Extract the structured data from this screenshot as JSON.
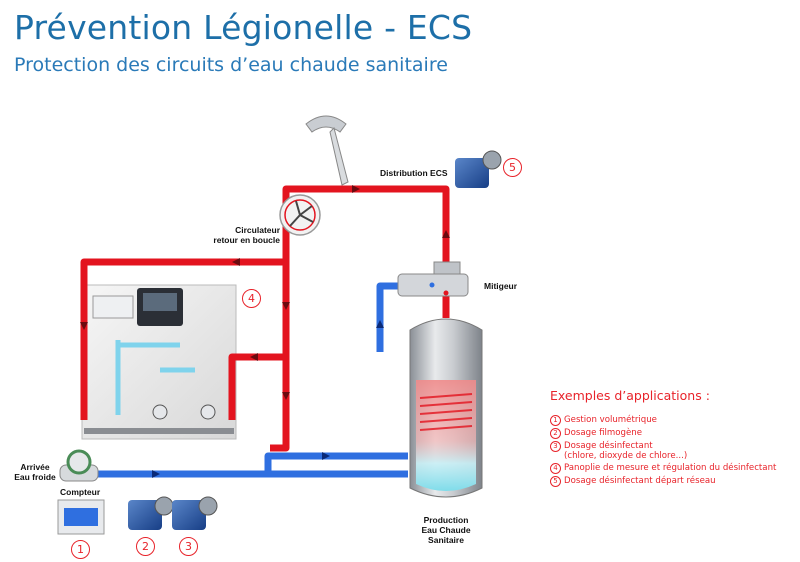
{
  "header": {
    "title": "Prévention Légionelle - ECS",
    "subtitle": "Protection des circuits d’eau chaude sanitaire"
  },
  "labels": {
    "distribution": "Distribution ECS",
    "circulateur": "Circulateur\nretour en boucle",
    "mitigeur": "Mitigeur",
    "arrivee": "Arrivée\nEau froide",
    "compteur": "Compteur",
    "production": "Production\nEau Chaude\nSanitaire"
  },
  "markers": {
    "m1": "1",
    "m2": "2",
    "m3": "3",
    "m4": "4",
    "m5": "5"
  },
  "legend": {
    "title": "Exemples d’applications :",
    "items": [
      {
        "num": "1",
        "text": "Gestion volumétrique"
      },
      {
        "num": "2",
        "text": "Dosage filmogène"
      },
      {
        "num": "3",
        "text": "Dosage désinfectant\n(chlore, dioxyde de chlore...)"
      },
      {
        "num": "4",
        "text": "Panoplie de mesure et régulation du désinfectant"
      },
      {
        "num": "5",
        "text": "Dosage désinfectant départ réseau"
      }
    ]
  },
  "colors": {
    "hot": "#e3141f",
    "cold": "#2f6fe0",
    "accent_text": "#1d6fa8",
    "legend": "#e8232a"
  }
}
